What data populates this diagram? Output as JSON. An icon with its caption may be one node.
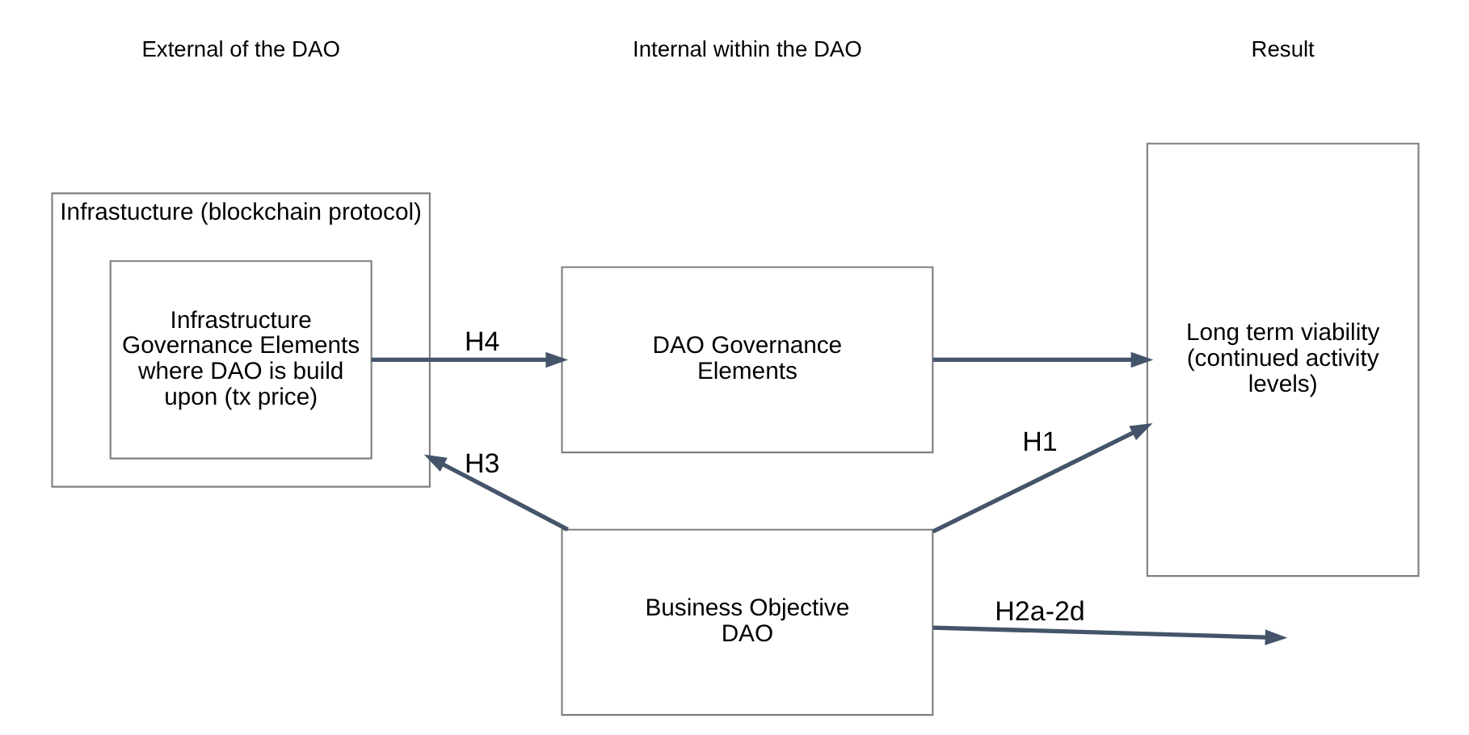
{
  "diagram": {
    "nodes": [
      {
        "text": [
          "Infrastucture (blockchain protocol)"
        ]
      },
      {
        "text": [
          "Infrastructure Governance Elements where DAO is build upon (tx price)"
        ],
        "in": 0
      },
      {
        "text": [
          "Business Objective DAO"
        ]
      },
      {
        "text": [
          "DAO Governance Elements"
        ]
      },
      {
        "text": [
          "Long term viability (continued activity levels)"
        ]
      }
    ],
    "edges": [
      {
        "from": 2,
        "to": 0,
        "arrow": "to",
        "label": "H3"
      },
      {
        "from": 2,
        "to": 4,
        "arrow": "to",
        "label": "H1"
      },
      {
        "from": 1,
        "to": 3,
        "arrow": "to",
        "label": "H4"
      },
      {
        "from": 3,
        "to": 4,
        "arrow": "to"
      },
      {
        "from": 2,
        "to": null,
        "arrow": "to",
        "label": "H2a-2d"
      }
    ],
    "labels": [
      "External of the DAO",
      "Internal within the DAO",
      "Result"
    ]
  }
}
